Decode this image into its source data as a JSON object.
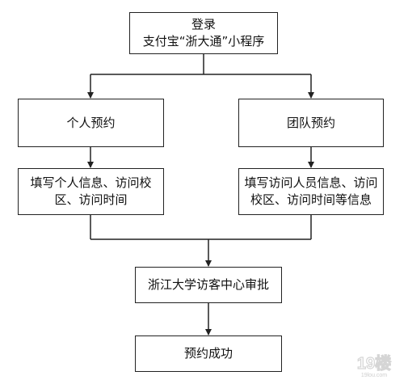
{
  "nodes": {
    "login": {
      "lines": [
        "登录",
        "支付宝“浙大通”小程序"
      ]
    },
    "personal": {
      "lines": [
        "个人预约"
      ]
    },
    "group": {
      "lines": [
        "团队预约"
      ]
    },
    "personal_info": {
      "lines": [
        "填写个人信息、访问校",
        "区、访问时间"
      ]
    },
    "group_info": {
      "lines": [
        "填写访问人员信息、访问",
        "校区、访问时间等信息"
      ]
    },
    "approval": {
      "lines": [
        "浙江大学访客中心审批"
      ]
    },
    "success": {
      "lines": [
        "预约成功"
      ]
    }
  },
  "watermark": {
    "text": "19楼",
    "subtext": "19lou.com"
  }
}
